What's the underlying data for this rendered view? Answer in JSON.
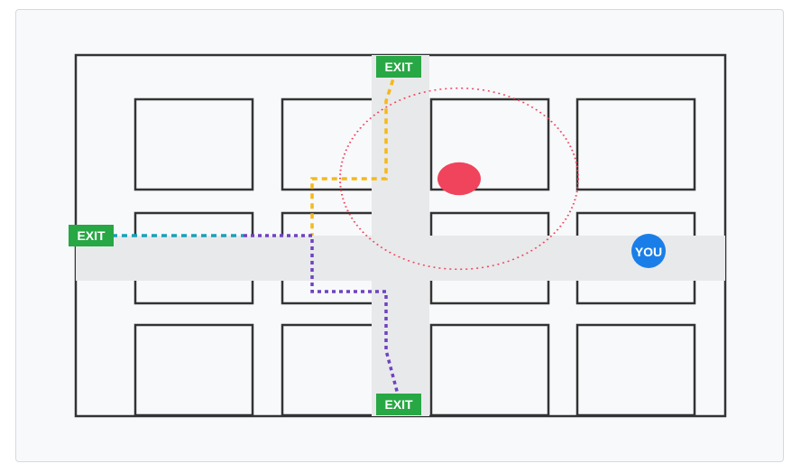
{
  "map": {
    "exits": [
      {
        "id": "top",
        "label": "EXIT"
      },
      {
        "id": "left",
        "label": "EXIT"
      },
      {
        "id": "bottom",
        "label": "EXIT"
      }
    ],
    "you_label": "YOU",
    "colors": {
      "building_outline": "#333333",
      "corridor": "#e8e9eb",
      "exit_sign": "#28a745",
      "route_top": "#f5b918",
      "route_left": "#17a2b8",
      "route_bottom": "#6f42c1",
      "hazard": "#f0445c",
      "you_marker": "#1a7ee8"
    }
  }
}
